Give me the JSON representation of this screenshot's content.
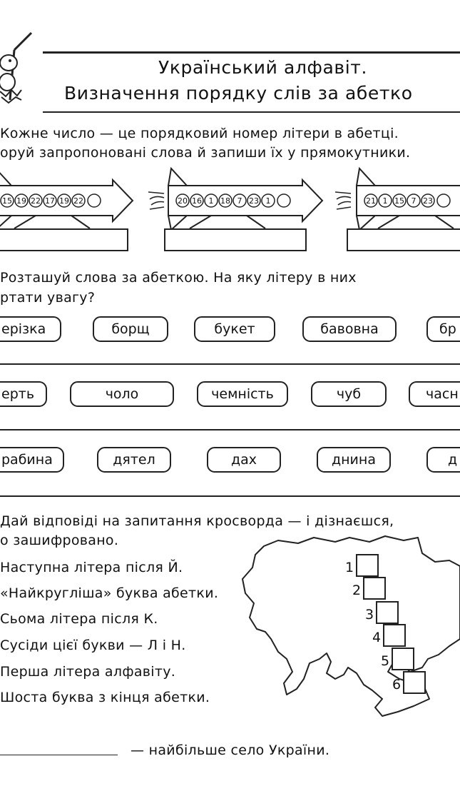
{
  "header": {
    "title_line1": "Український алфавіт.",
    "title_line2": "Визначення порядку слів за абетко"
  },
  "task1": {
    "line1": "Кожне число — це порядковий номер літери в абетці.",
    "line2": "оруй запропоновані слова й запиши їх у прямокутники.",
    "rockets": [
      {
        "numbers": [
          "15",
          "19",
          "22",
          "17",
          "19",
          "22"
        ]
      },
      {
        "numbers": [
          "20",
          "16",
          "1",
          "18",
          "7",
          "23",
          "1"
        ]
      },
      {
        "numbers": [
          "21",
          "1",
          "15",
          "7",
          "23"
        ]
      }
    ]
  },
  "task2": {
    "line1": "Розташуй слова за абеткою. На яку літеру в них",
    "line2": "ртати увагу?",
    "rows": [
      [
        "ерізка",
        "борщ",
        "букет",
        "бавовна",
        "бр"
      ],
      [
        "ерть",
        "чоло",
        "чемність",
        "чуб",
        "часн"
      ],
      [
        "рабина",
        "дятел",
        "дах",
        "днина",
        "д"
      ]
    ]
  },
  "task3": {
    "line1": "Дай відповіді на запитання кросворда — і дізнаєшся,",
    "line2": "о зашифровано.",
    "questions": [
      "Наступна літера після Й.",
      "«Найкругліша» буква абетки.",
      "Сьома літера після К.",
      "Сусіди цієї букви — Л і Н.",
      "Перша літера алфавіту.",
      "Шоста буква з кінця абетки."
    ],
    "crossword_numbers": [
      "1",
      "2",
      "3",
      "4",
      "5",
      "6"
    ],
    "answer_suffix": "— найбільше село України."
  }
}
